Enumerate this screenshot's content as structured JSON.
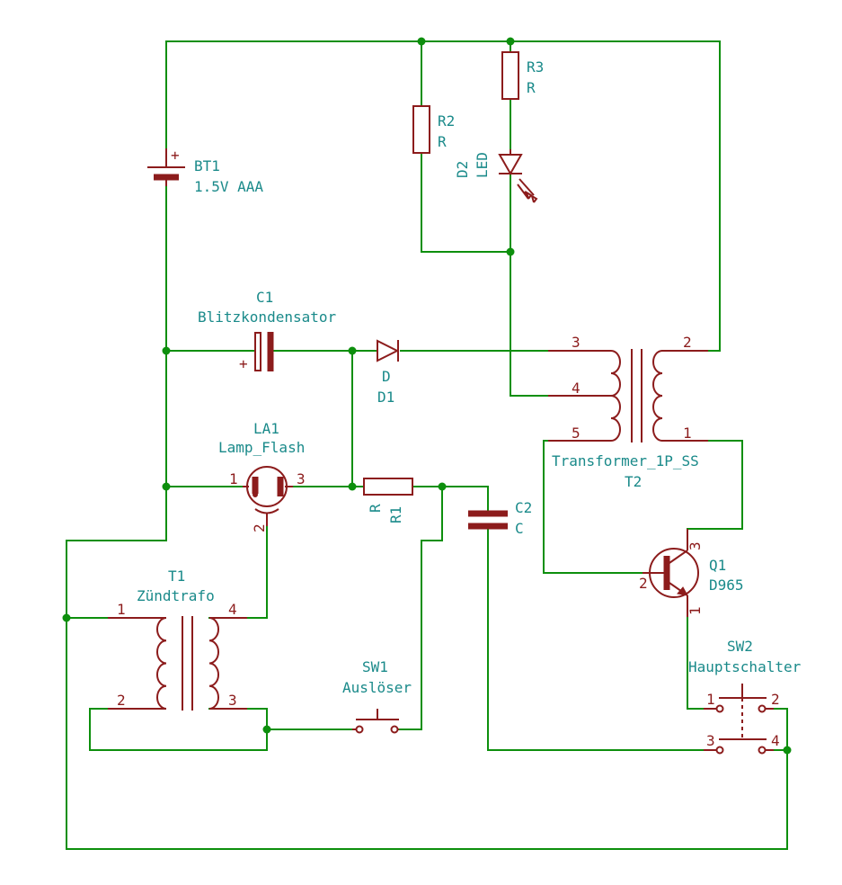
{
  "components": {
    "BT1": {
      "ref": "BT1",
      "value": "1.5V AAA",
      "plus": "+"
    },
    "R2": {
      "ref": "R2",
      "value": "R"
    },
    "R3": {
      "ref": "R3",
      "value": "R"
    },
    "D2": {
      "ref": "D2",
      "value": "LED"
    },
    "C1": {
      "ref": "C1",
      "value": "Blitzkondensator",
      "plus": "+"
    },
    "D1": {
      "ref": "D1",
      "value": "D"
    },
    "LA1": {
      "ref": "LA1",
      "value": "Lamp_Flash",
      "pin1": "1",
      "pin2": "2",
      "pin3": "3"
    },
    "R1": {
      "ref": "R1",
      "value": "R"
    },
    "C2": {
      "ref": "C2",
      "value": "C"
    },
    "T2": {
      "ref": "T2",
      "value": "Transformer_1P_SS",
      "pin1": "1",
      "pin2": "2",
      "pin3": "3",
      "pin4": "4",
      "pin5": "5"
    },
    "Q1": {
      "ref": "Q1",
      "value": "D965",
      "pin1": "1",
      "pin2": "2",
      "pin3": "3"
    },
    "T1": {
      "ref": "T1",
      "value": "Zündtrafo",
      "pin1": "1",
      "pin2": "2",
      "pin3": "3",
      "pin4": "4"
    },
    "SW1": {
      "ref": "SW1",
      "value": "Auslöser"
    },
    "SW2": {
      "ref": "SW2",
      "value": "Hauptschalter",
      "pin1": "1",
      "pin2": "2",
      "pin3": "3",
      "pin4": "4"
    }
  }
}
